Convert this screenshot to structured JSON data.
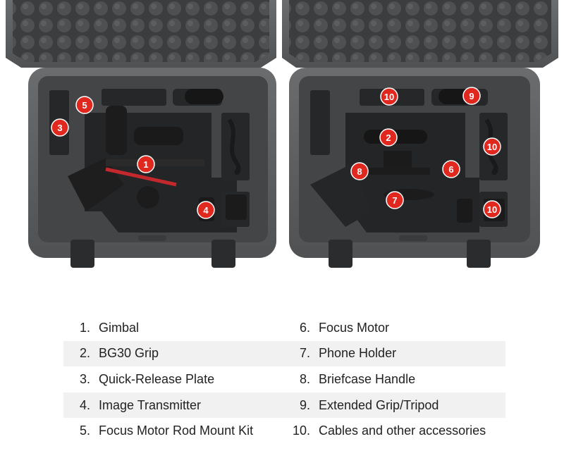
{
  "callouts": [
    {
      "label": "1",
      "case": "left"
    },
    {
      "label": "3",
      "case": "left"
    },
    {
      "label": "4",
      "case": "left"
    },
    {
      "label": "5",
      "case": "left"
    },
    {
      "label": "2",
      "case": "right"
    },
    {
      "label": "6",
      "case": "right"
    },
    {
      "label": "7",
      "case": "right"
    },
    {
      "label": "8",
      "case": "right"
    },
    {
      "label": "9",
      "case": "right"
    },
    {
      "label": "10",
      "case": "right"
    },
    {
      "label": "10",
      "case": "right"
    },
    {
      "label": "10",
      "case": "right"
    }
  ],
  "colors": {
    "case_shell": "#5b5d5f",
    "foam": "#474849",
    "badge": "#e0281f",
    "legend_shade": "#f1f1f1"
  },
  "legend": {
    "left": [
      {
        "num": "1.",
        "text": "Gimbal"
      },
      {
        "num": "2.",
        "text": "BG30 Grip"
      },
      {
        "num": "3.",
        "text": "Quick-Release Plate"
      },
      {
        "num": "4.",
        "text": "Image Transmitter"
      },
      {
        "num": "5.",
        "text": "Focus Motor Rod Mount Kit"
      }
    ],
    "right": [
      {
        "num": "6.",
        "text": "Focus Motor"
      },
      {
        "num": "7.",
        "text": "Phone Holder"
      },
      {
        "num": "8.",
        "text": "Briefcase Handle"
      },
      {
        "num": "9.",
        "text": "Extended Grip/Tripod"
      },
      {
        "num": "10.",
        "text": "Cables and other accessories"
      }
    ]
  }
}
